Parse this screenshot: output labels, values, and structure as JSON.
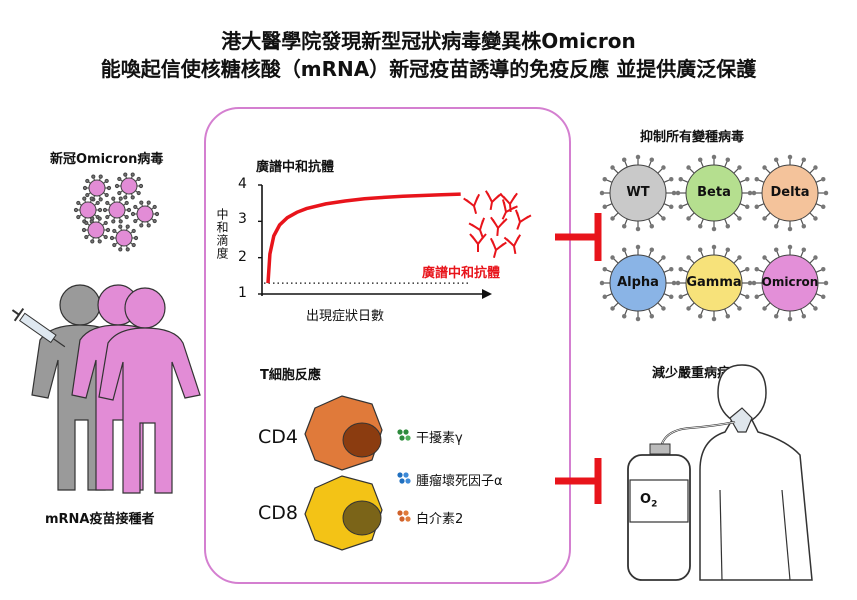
{
  "title": {
    "line1": "港大醫學院發現新型冠狀病毒變異株Omicron",
    "line2": "能喚起信使核糖核酸（mRNA）新冠疫苗誘導的免疫反應  並提供廣泛保護"
  },
  "left": {
    "virus_label": "新冠Omicron病毒",
    "people_label": "mRNA疫苗接種者"
  },
  "center": {
    "antibody_heading": "廣譜中和抗體",
    "antibody_red_label": "廣譜中和抗體",
    "tcell_heading": "T細胞反應",
    "cd4_label": "CD4",
    "cd8_label": "CD8",
    "cytokines": [
      "干擾素γ",
      "腫瘤壞死因子α",
      "白介素2"
    ]
  },
  "chart_data": {
    "type": "line",
    "xlabel": "出現症狀日數",
    "ylabel": "中和滴度",
    "ylim": [
      1,
      4
    ],
    "yticks": [
      "1",
      "2",
      "3",
      "4"
    ],
    "series": [
      {
        "x": [
          0,
          0.1,
          0.3,
          0.6,
          1,
          1.5,
          2,
          3,
          4,
          5,
          6,
          7,
          8,
          9,
          10
        ],
        "values": [
          1.3,
          2.1,
          2.6,
          2.9,
          3.1,
          3.25,
          3.35,
          3.48,
          3.56,
          3.62,
          3.66,
          3.69,
          3.71,
          3.73,
          3.75
        ]
      }
    ],
    "baseline": 1.3,
    "xlim": [
      0,
      11
    ]
  },
  "right": {
    "variants_heading": "抑制所有變種病毒",
    "variants": [
      {
        "name": "WT",
        "color": "#c9c9c9"
      },
      {
        "name": "Beta",
        "color": "#b5df8f"
      },
      {
        "name": "Delta",
        "color": "#f4c39b"
      },
      {
        "name": "Alpha",
        "color": "#8ab4e6"
      },
      {
        "name": "Gamma",
        "color": "#f7e27a"
      },
      {
        "name": "Omicron",
        "color": "#e38fd8"
      }
    ],
    "severity_heading": "減少嚴重病症",
    "oxygen_label": "O2"
  },
  "colors": {
    "panel_border": "#d47fd0",
    "red": "#e8141b",
    "pink_person": "#e28cd6",
    "grey_person": "#9a9a9a"
  }
}
